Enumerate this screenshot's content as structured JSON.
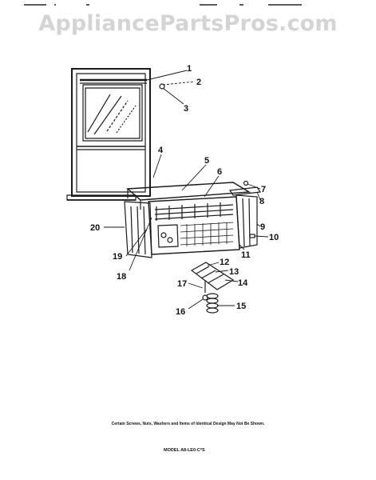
{
  "watermark": "AppliancePartsPros.com",
  "note": "Certain Screws, Nuts, Washers and Items of Identical Design May Not Be Shown.",
  "model": "MODEL A8-LE0-C*S",
  "callouts": [
    "1",
    "2",
    "3",
    "4",
    "5",
    "6",
    "7",
    "8",
    "9",
    "10",
    "11",
    "12",
    "13",
    "14",
    "15",
    "16",
    "17",
    "18",
    "19",
    "20"
  ]
}
